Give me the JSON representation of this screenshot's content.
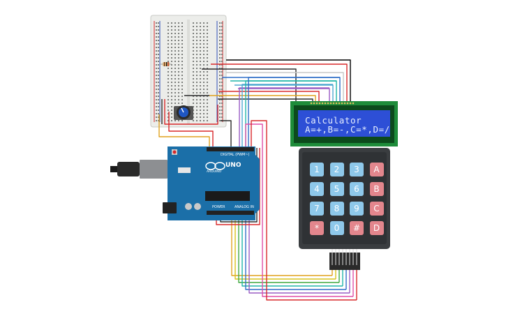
{
  "lcd": {
    "line1": "Calculator",
    "line2": "A=+,B=-,C=*,D=/"
  },
  "keypad": {
    "rows": [
      [
        {
          "label": "1",
          "type": "num"
        },
        {
          "label": "2",
          "type": "num"
        },
        {
          "label": "3",
          "type": "num"
        },
        {
          "label": "A",
          "type": "op"
        }
      ],
      [
        {
          "label": "4",
          "type": "num"
        },
        {
          "label": "5",
          "type": "num"
        },
        {
          "label": "6",
          "type": "num"
        },
        {
          "label": "B",
          "type": "op"
        }
      ],
      [
        {
          "label": "7",
          "type": "num"
        },
        {
          "label": "8",
          "type": "num"
        },
        {
          "label": "9",
          "type": "num"
        },
        {
          "label": "C",
          "type": "op"
        }
      ],
      [
        {
          "label": "*",
          "type": "op"
        },
        {
          "label": "0",
          "type": "num"
        },
        {
          "label": "#",
          "type": "op"
        },
        {
          "label": "D",
          "type": "op"
        }
      ]
    ]
  },
  "arduino": {
    "brand": "ARDUINO",
    "model": "UNO",
    "digital_label": "DIGITAL (PWM~)",
    "analog_label": "ANALOG IN",
    "power_label": "POWER"
  },
  "colors": {
    "board": "#1b6fa8",
    "lcd_pcb": "#1e8c3a",
    "lcd_screen": "#2d4fd6",
    "keypad_body": "#3a3d40",
    "key_num": "#8ec8ea",
    "key_op": "#e3868d",
    "breadboard": "#ecedea",
    "rail_red": "#d8282a",
    "rail_blue": "#2f4fb8"
  }
}
